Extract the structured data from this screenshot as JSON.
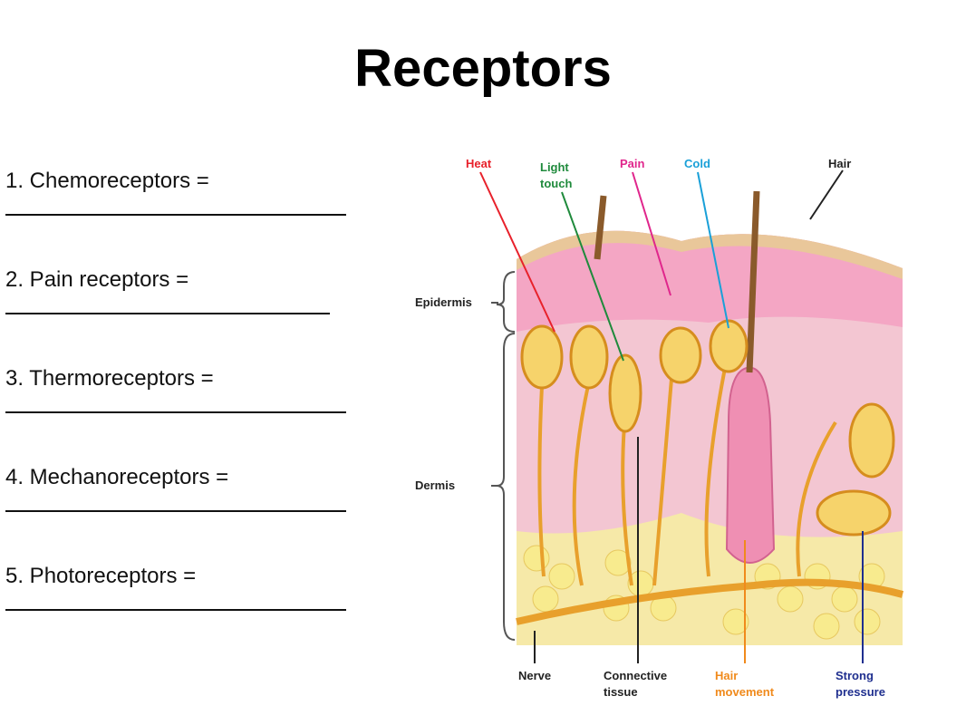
{
  "slide": {
    "title": "Receptors"
  },
  "worksheet": {
    "items": [
      {
        "label": "1. Chemoreceptors  ="
      },
      {
        "label": "2. Pain receptors  ="
      },
      {
        "label": "3. Thermoreceptors  ="
      },
      {
        "label": "4. Mechanoreceptors  ="
      },
      {
        "label": "5. Photoreceptors  ="
      }
    ]
  },
  "diagram": {
    "labels": {
      "heat": "Heat",
      "light_touch_1": "Light",
      "light_touch_2": "touch",
      "pain": "Pain",
      "cold": "Cold",
      "hair": "Hair",
      "epidermis": "Epidermis",
      "dermis": "Dermis",
      "nerve": "Nerve",
      "connective_1": "Connective",
      "connective_2": "tissue",
      "hair_movement_1": "Hair",
      "hair_movement_2": "movement",
      "strong_pressure_1": "Strong",
      "strong_pressure_2": "pressure"
    },
    "colors": {
      "heat": "#e8212b",
      "light_touch": "#1f8a3c",
      "pain": "#e0268c",
      "cold": "#1aa0d8",
      "hair_movement": "#f08a1c",
      "strong_pressure": "#1f2f8f",
      "nerve": "#e8a02c",
      "epidermis": "#f4a6c4",
      "dermis": "#f3c6d2",
      "fat": "#f6e38a"
    }
  }
}
